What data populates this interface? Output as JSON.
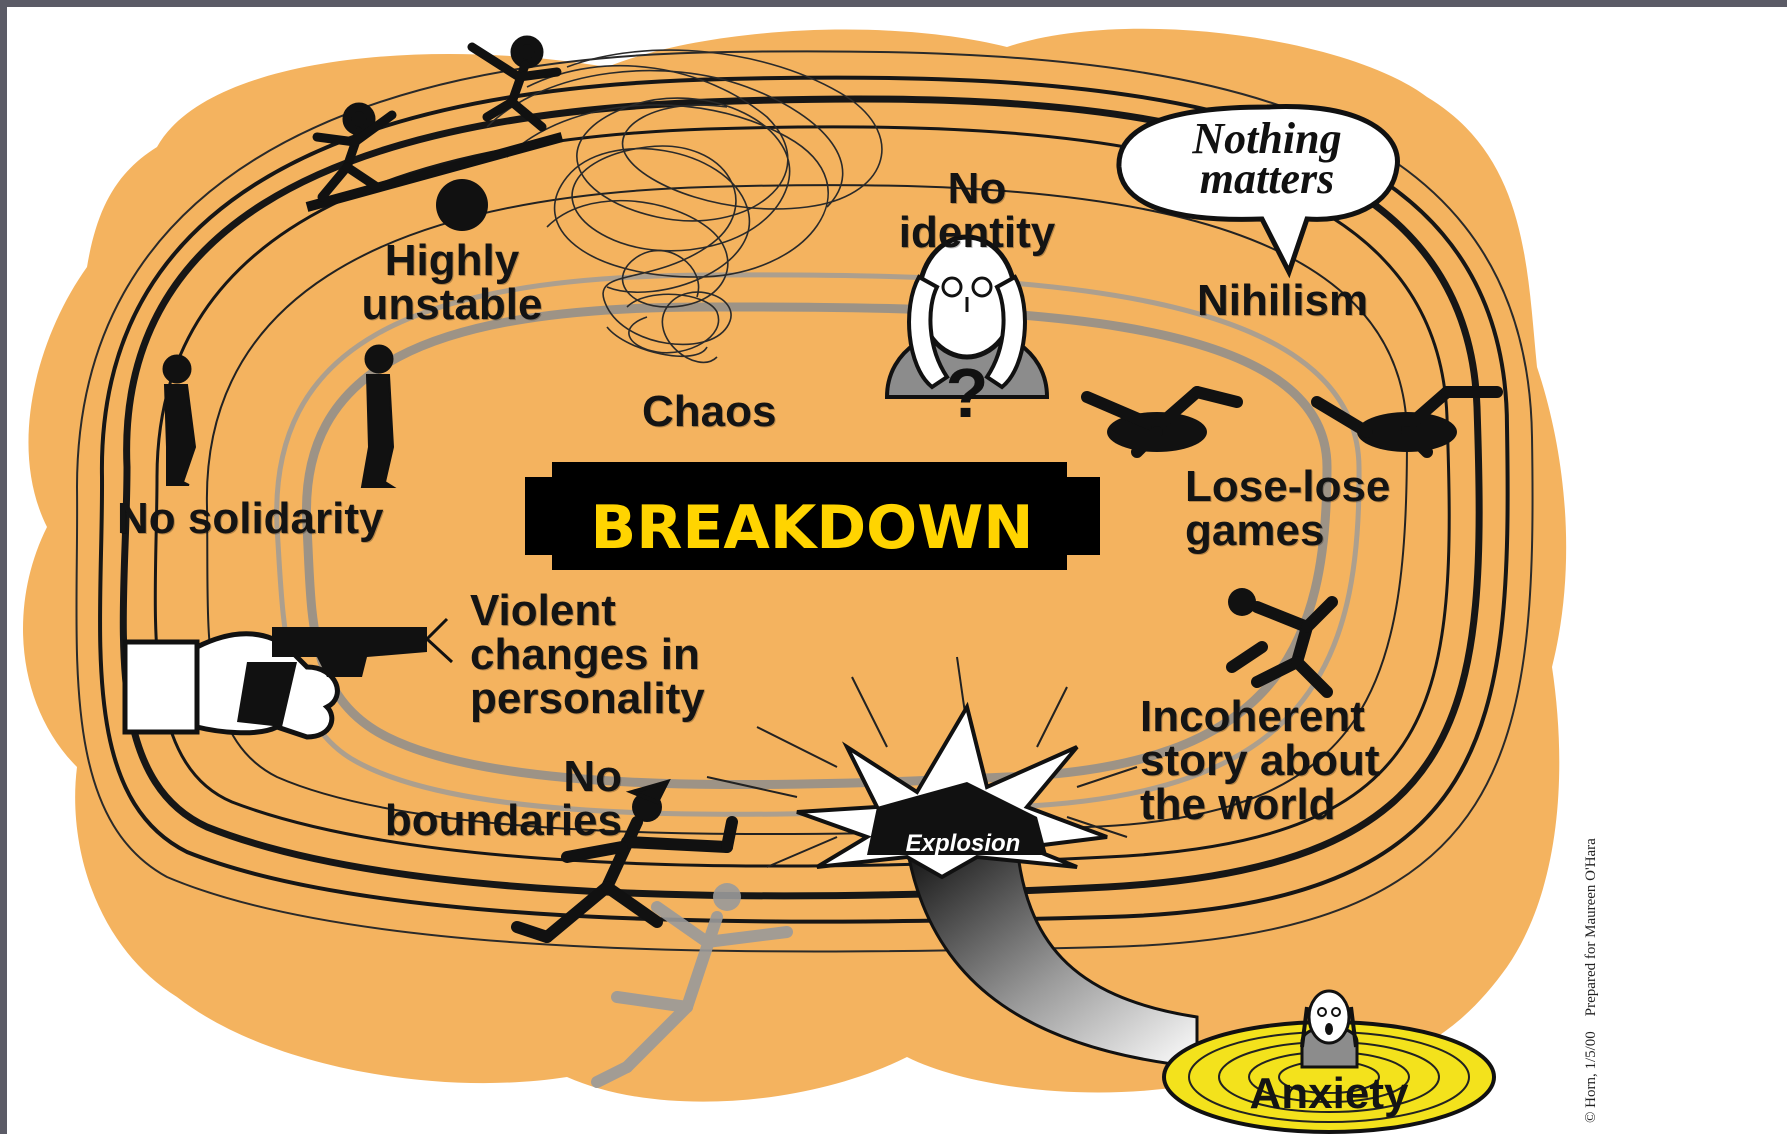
{
  "diagram": {
    "banner": "BREAKDOWN",
    "labels": {
      "highly_unstable": "Highly\nunstable",
      "chaos": "Chaos",
      "no_identity": "No\nidentity",
      "nihilism": "Nihilism",
      "speech_bubble": "Nothing\nmatters",
      "no_solidarity": "No solidarity",
      "lose_lose": "Lose-lose\ngames",
      "violent_changes": "Violent\nchanges in\npersonality",
      "incoherent_story": "Incoherent\nstory about\nthe world",
      "no_boundaries": "No\nboundaries",
      "explosion": "Explosion",
      "anxiety": "Anxiety"
    },
    "credit": "© Horn, 1/5/00    Prepared for Maureen O'Hara",
    "colors": {
      "blob": "#f4b35f",
      "banner_bg": "#000000",
      "banner_text": "#ffd400",
      "ink": "#141414",
      "anxiety_pool": "#f3e21c",
      "figure_gray": "#9a9a9a"
    },
    "icons": [
      "seesaw-icon",
      "scribble-tangle-icon",
      "faceless-head-icon",
      "speech-bubble-icon",
      "standing-figures-icon",
      "slipping-figures-icon",
      "hand-gun-icon",
      "stumbling-figure-icon",
      "falling-figure-icon",
      "explosion-burst-icon",
      "curved-arrow-icon",
      "screaming-face-icon"
    ]
  }
}
